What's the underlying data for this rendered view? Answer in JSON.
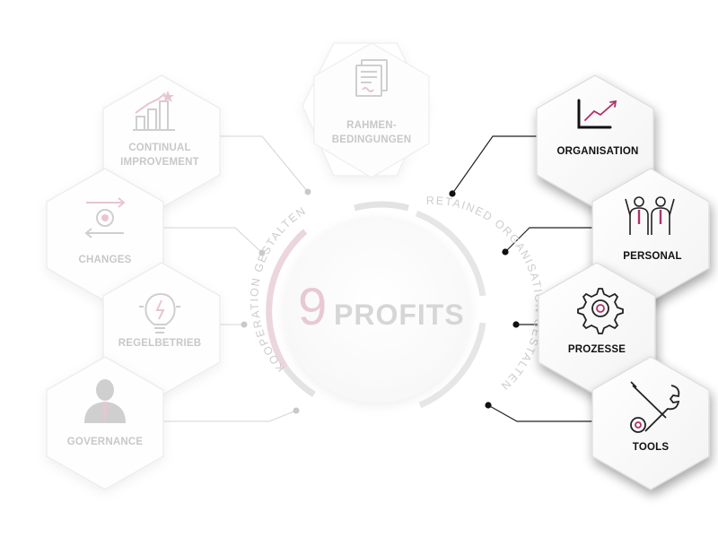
{
  "center": {
    "number": "9",
    "word": "PROFITS",
    "arc_left": "KOOPERATION GESTALTEN",
    "arc_right": "RETAINED ORGANISATION GESTALTEN"
  },
  "top": {
    "label_line1": "RAHMEN-",
    "label_line2": "BEDINGUNGEN",
    "icon": "document-icon"
  },
  "left": [
    {
      "line1": "CONTINUAL",
      "line2": "IMPROVEMENT",
      "icon": "bar-chart-icon"
    },
    {
      "line1": "CHANGES",
      "icon": "change-cycle-icon"
    },
    {
      "line1": "REGELBETRIEB",
      "icon": "lightbulb-icon"
    },
    {
      "line1": "GOVERNANCE",
      "icon": "businessman-icon"
    }
  ],
  "right": [
    {
      "line1": "ORGANISATION",
      "icon": "trend-chart-icon"
    },
    {
      "line1": "PERSONAL",
      "icon": "people-icon"
    },
    {
      "line1": "PROZESSE",
      "icon": "gear-icon"
    },
    {
      "line1": "TOOLS",
      "icon": "tools-icon"
    }
  ],
  "colors": {
    "accent": "#b0306b",
    "faded_accent": "#e7c9d4",
    "dark": "#111111",
    "faded": "#c8c8c8"
  }
}
